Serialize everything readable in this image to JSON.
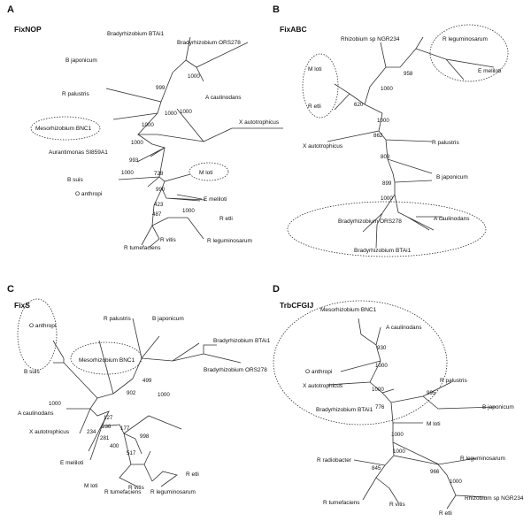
{
  "panels": {
    "A": {
      "letter": "A",
      "title": "FixNOP",
      "taxa": [
        "Bradyrhizobium BTAi1",
        "Bradyrhizobium ORS278",
        "B japonicum",
        "R palustris",
        "A caulinodans",
        "X autotrophicus",
        "Mesorhizobium BNC1",
        "Aurantimonas SI859A1",
        "B suis",
        "O anthropi",
        "M loti",
        "E meliloti",
        "R etli",
        "R leguminosarum",
        "R tumefaciens",
        "R vitis"
      ],
      "bootstrap": [
        "1000",
        "999",
        "1000",
        "1000",
        "1000",
        "1000",
        "993",
        "728",
        "1000",
        "990",
        "423",
        "487",
        "1000"
      ]
    },
    "B": {
      "letter": "B",
      "title": "FixABC",
      "taxa": [
        "Rhizobium sp NGR234",
        "R leguminosarum",
        "E meliloti",
        "M loti",
        "R etli",
        "X autotrophicus",
        "R palustris",
        "B japonicum",
        "Bradyrhizobium ORS278",
        "A caulinodans",
        "Bradyrhizobium BTAi1"
      ],
      "bootstrap": [
        "958",
        "1000",
        "620",
        "1000",
        "862",
        "803",
        "899",
        "1000"
      ]
    },
    "C": {
      "letter": "C",
      "title": "FixS",
      "taxa": [
        "O anthropi",
        "R palustris",
        "B japonicum",
        "Bradyrhizobium BTAi1",
        "Mesorhizobium BNC1",
        "B suis",
        "Bradyrhizobium ORS278",
        "A caulinodans",
        "X autotrophicus",
        "E meliloti",
        "M loti",
        "R tumefaciens",
        "R vitis",
        "R leguminosarum",
        "R etli"
      ],
      "bootstrap": [
        "499",
        "902",
        "1000",
        "1000",
        "127",
        "236",
        "234",
        "281",
        "177",
        "998",
        "400",
        "517"
      ]
    },
    "D": {
      "letter": "D",
      "title": "TrbCFGIJ",
      "taxa": [
        "Mesorhizobium BNC1",
        "A caulinodans",
        "O anthropi",
        "X autotrophicus",
        "R palustris",
        "B japonicum",
        "Bradyrhizobium BTAi1",
        "M loti",
        "R radiobacter",
        "R leguminosarum",
        "R tumefaciens",
        "R vitis",
        "Rhizobium sp NGR234",
        "R etli"
      ],
      "bootstrap": [
        "930",
        "1000",
        "1000",
        "995",
        "776",
        "1000",
        "1000",
        "845",
        "966",
        "1000"
      ]
    }
  }
}
